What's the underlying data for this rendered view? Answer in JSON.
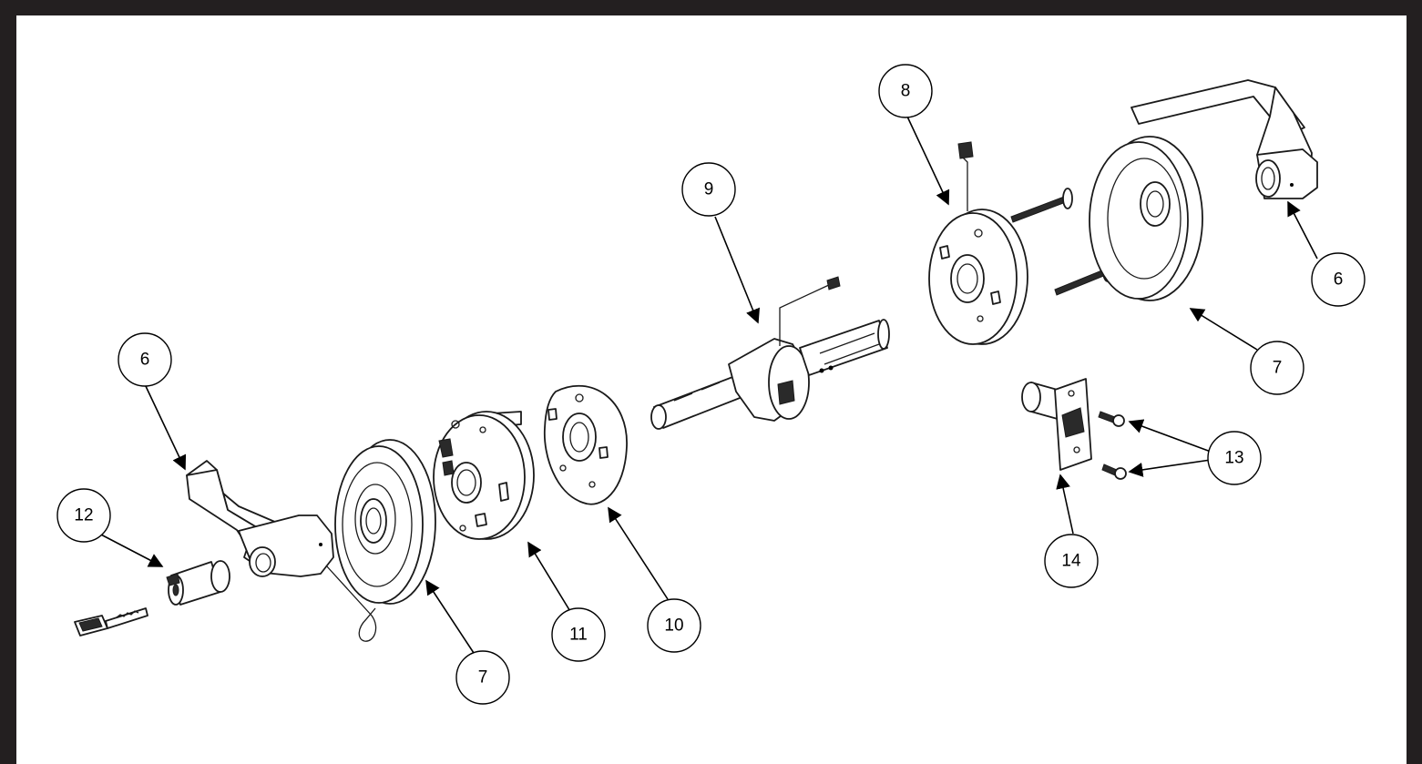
{
  "colors": {
    "frame": "#231f20",
    "line_art": "#1a1a1a",
    "background": "#ffffff"
  },
  "callouts": [
    {
      "id": "6a",
      "label": "6"
    },
    {
      "id": "6b",
      "label": "6"
    },
    {
      "id": "7a",
      "label": "7"
    },
    {
      "id": "7b",
      "label": "7"
    },
    {
      "id": "8",
      "label": "8"
    },
    {
      "id": "9",
      "label": "9"
    },
    {
      "id": "10",
      "label": "10"
    },
    {
      "id": "11",
      "label": "11"
    },
    {
      "id": "12",
      "label": "12"
    },
    {
      "id": "13",
      "label": "13"
    },
    {
      "id": "14",
      "label": "14"
    }
  ]
}
